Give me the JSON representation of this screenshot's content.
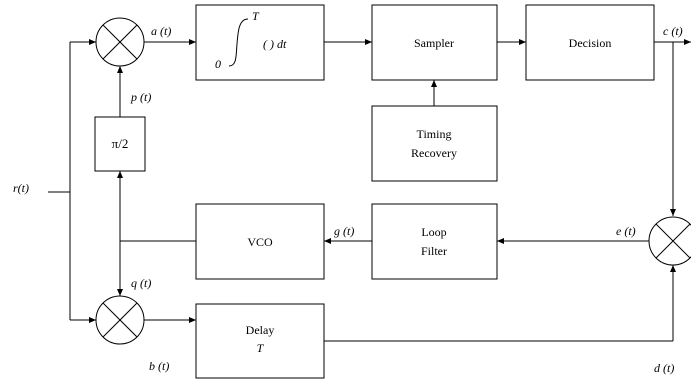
{
  "blocks": {
    "integrator": {
      "upper": "T",
      "lower": "0",
      "body": "( ) dt"
    },
    "sampler": "Sampler",
    "decision": "Decision",
    "timing_line1": "Timing",
    "timing_line2": "Recovery",
    "phase_shift": "π/2",
    "vco": "VCO",
    "loop_line1": "Loop",
    "loop_line2": "Filter",
    "delay_line1": "Delay",
    "delay_line2": "T"
  },
  "signals": {
    "r": "r(t)",
    "a": "a (t)",
    "b": "b (t)",
    "c": "c (t)",
    "d": "d (t)",
    "e": "e (t)",
    "g": "g (t)",
    "p": "p (t)",
    "q": "q (t)"
  }
}
